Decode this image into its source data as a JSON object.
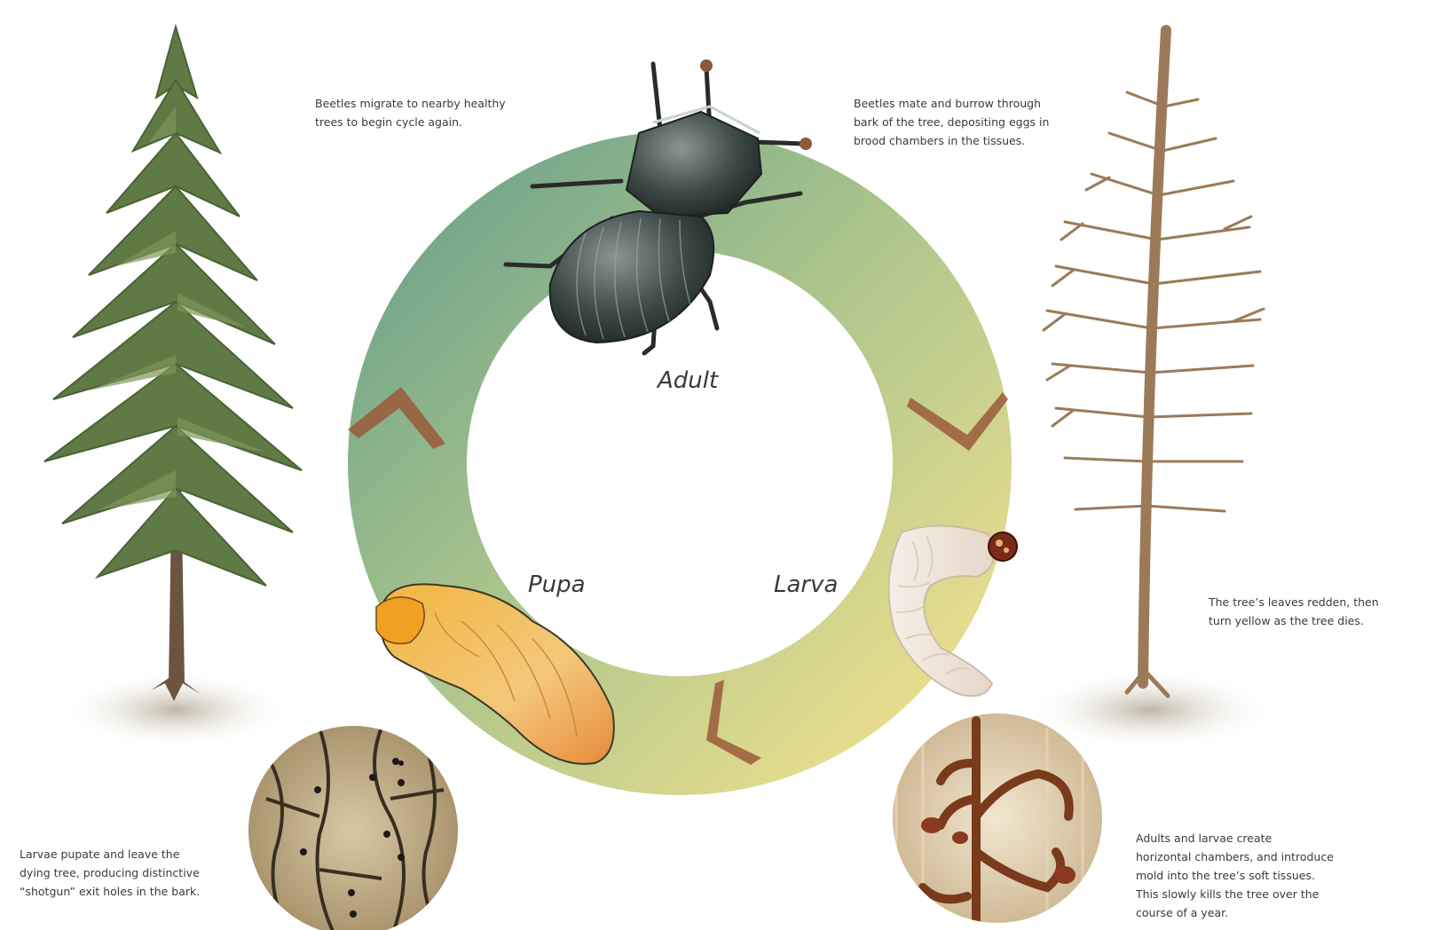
{
  "stages": {
    "adult": "Adult",
    "pupa": "Pupa",
    "larva": "Larva"
  },
  "captions": {
    "migrate": "Beetles migrate to nearby healthy\ntrees to begin cycle again.",
    "mate": "Beetles mate and burrow through\nbark of the tree, depositing eggs in\nbrood chambers in the tissues.",
    "redden": "The tree’s leaves redden, then\nturn yellow as the tree dies.",
    "pupate": "Larvae pupate and leave the\ndying tree, producing distinctive\n“shotgun” exit holes in the bark.",
    "chambers": "Adults and larvae create\nhorizontal chambers, and introduce\nmold into the tree’s soft tissues.\nThis slowly kills the tree over the\ncourse of a year."
  },
  "colors": {
    "ring_green": "#7aa88a",
    "ring_yellow": "#eadc8a",
    "arrow": "#9a5a3a",
    "healthy_foliage": "#5f7a45",
    "dead_branches": "#9c7a58"
  }
}
